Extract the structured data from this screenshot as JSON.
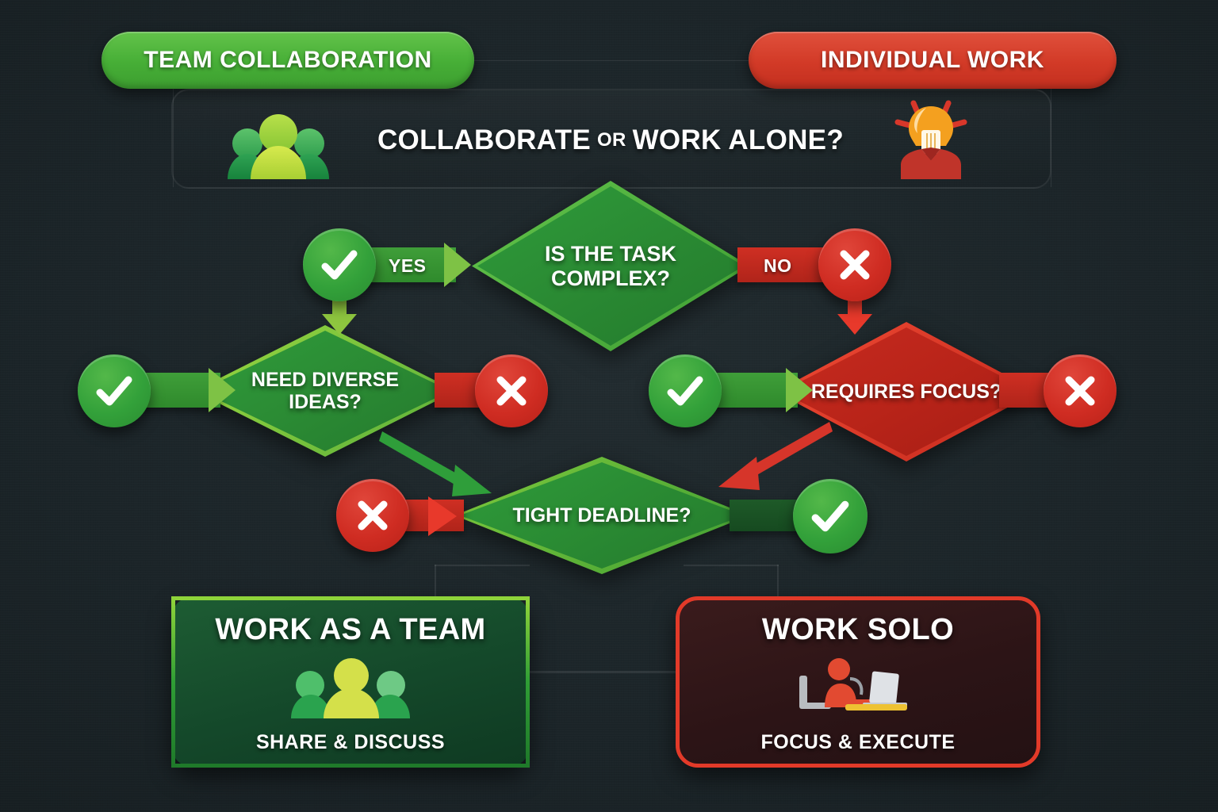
{
  "header": {
    "left_badge": "TEAM COLLABORATION",
    "right_badge": "INDIVIDUAL WORK",
    "title_part1": "COLLABORATE",
    "title_or": "OR",
    "title_part2": "WORK ALONE?",
    "left_icon": "people-group-icon",
    "right_icon": "person-lightbulb-icon"
  },
  "colors": {
    "background": "#1b2428",
    "green": "#3d9e30",
    "bright_green": "#63c34a",
    "lime": "#8fd43a",
    "red": "#cf2c22",
    "bright_red": "#e0503c",
    "white": "#ffffff"
  },
  "nodes": {
    "d1": {
      "label": "IS THE TASK COMPLEX?",
      "line1": "IS THE TASK",
      "line2": "COMPLEX?",
      "type": "decision",
      "color": "green"
    },
    "d2": {
      "label": "NEED DIVERSE IDEAS?",
      "line1": "NEED DIVERSE",
      "line2": "IDEAS?",
      "type": "decision",
      "color": "green"
    },
    "d3": {
      "label": "REQUIRES FOCUS?",
      "line1": "REQUIRES FOCUS?",
      "line2": "",
      "type": "decision",
      "color": "red"
    },
    "d4": {
      "label": "TIGHT DEADLINE?",
      "line1": "TIGHT DEADLINE?",
      "line2": "",
      "type": "decision",
      "color": "green"
    }
  },
  "connectors": {
    "yes_label": "YES",
    "no_label": "NO"
  },
  "badges": {
    "d1_yes": {
      "icon": "check-icon",
      "color": "green"
    },
    "d1_no": {
      "icon": "cross-icon",
      "color": "red"
    },
    "d2_yes": {
      "icon": "check-icon",
      "color": "green"
    },
    "d2_no": {
      "icon": "cross-icon",
      "color": "red"
    },
    "d3_yes": {
      "icon": "check-icon",
      "color": "green"
    },
    "d3_no": {
      "icon": "cross-icon",
      "color": "red"
    },
    "d4_no": {
      "icon": "cross-icon",
      "color": "red"
    },
    "d4_yes": {
      "icon": "check-icon",
      "color": "green"
    }
  },
  "outcomes": {
    "team": {
      "title": "WORK AS A TEAM",
      "subtitle": "SHARE & DISCUSS",
      "icon": "people-group-icon",
      "color": "green"
    },
    "solo": {
      "title": "WORK SOLO",
      "subtitle": "FOCUS & EXECUTE",
      "icon": "person-at-laptop-icon",
      "color": "red"
    }
  }
}
